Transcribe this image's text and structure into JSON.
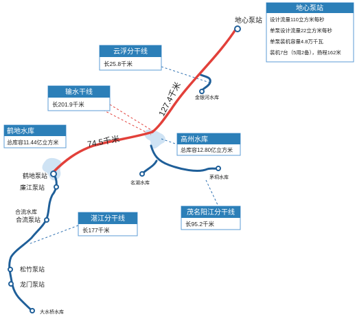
{
  "colors": {
    "trunk": "#e2403a",
    "branch": "#1f5f99",
    "lake": "#cfe3f4",
    "box_header": "#2c7fb8",
    "box_border": "#5b9bd5",
    "text": "#222222",
    "dashed_red": "#e2403a",
    "dashed_blue": "#2c6fb0"
  },
  "info_panel": {
    "title": "地心泵站",
    "lines": [
      "设计流量110立方米每秒",
      "单泵设计流量22立方米每秒",
      "单泵装机容量4.8万千瓦",
      "装机7台（5用2备），扬程162米"
    ]
  },
  "callouts": {
    "yunfu": {
      "title": "云浮分干线",
      "detail": "长25.8千米"
    },
    "shushui": {
      "title": "输水干线",
      "detail": "长201.9千米"
    },
    "hedi": {
      "title": "鹤地水库",
      "detail": "总库容11.44亿立方米"
    },
    "gaozhou": {
      "title": "高州水库",
      "detail": "总库容12.80亿立方米"
    },
    "zhanjiang": {
      "title": "湛江分干线",
      "detail": "长177千米"
    },
    "maoming": {
      "title": "茂名阳江分干线",
      "detail": "长95.2千米"
    }
  },
  "trunk_labels": {
    "upper": "127.4千米",
    "lower": "74.5千米"
  },
  "station_labels": {
    "dixin": "地心泵站",
    "jinyinhe": "金银河水库",
    "hedi_station": "鹤地泵站",
    "lianjiang": "廉江泵站",
    "heliu_reservoir": "合流水库",
    "heliu_station": "合流泵站",
    "songzhu": "松竹泵站",
    "longmen": "龙门泵站",
    "dashuiqiao": "大水桥水库",
    "minghu": "名湖水库",
    "maodong": "茅垌水库"
  }
}
